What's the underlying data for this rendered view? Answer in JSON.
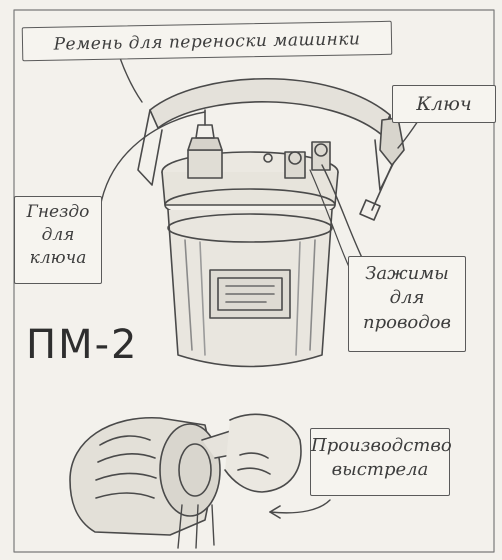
{
  "title": "ПМ-2",
  "labels": {
    "belt": "Ремень для переноски машинки",
    "key": "Ключ",
    "socket": [
      "Гнездо",
      "для",
      "ключа"
    ],
    "clamps": [
      "Зажимы",
      "для",
      "проводов"
    ],
    "fire": [
      "Производство",
      "выстрела"
    ]
  },
  "colors": {
    "paper": "#f3f1ec",
    "ink": "#3a3a3a"
  }
}
